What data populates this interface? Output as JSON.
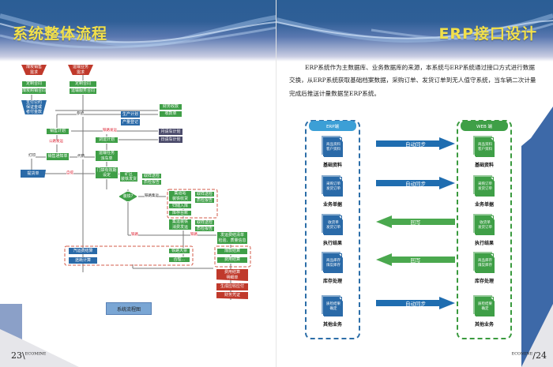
{
  "left_page": {
    "title": "系统整体流程",
    "page_number": "23",
    "brand": "ECOMINE",
    "legend_button": "系统流程图",
    "flow": {
      "top_left_trap": "煤炭销售\n需求",
      "top_mid_trap": "运输业务\n需求",
      "contract_a1": "定制合同",
      "contract_a2": "煤炭购销合同",
      "contract_b1": "定制合同",
      "contract_b2": "运输服务合同",
      "payment": "支付公约\n保证金或\n者付金款",
      "finance1": "财务收款",
      "finance2": "收款单",
      "prod_plan": "生产计划",
      "prod_reg": "产量登记",
      "sales_plan": "销售计划",
      "monthly": "月请车计划",
      "daily": "日请车计划",
      "dispatch": "调运计划",
      "notice": "销售通知单",
      "transport": "运输任务\n派车单",
      "gate": "门禁有效期\n设定",
      "mine": "矿区\n装铁发货",
      "sample1": "取样送检",
      "sample1b": "质检报告",
      "decision": "装铁?",
      "station": "集运站\n装铁收货",
      "sample2": "取样送检",
      "sample2b": "质检报告",
      "stock_in": "归储入库",
      "stock": "库存台账",
      "ship": "集运装铁\n消费发运",
      "sample3": "取样送检",
      "sample3b": "质检报告",
      "bill": "发运费结清单\n检验、质量信息",
      "truck": "汽运费结算",
      "loss": "途耗计算",
      "rail1": "铁路大票",
      "rail2": "合理…",
      "coal": "煤款结算",
      "fee": "费用结算",
      "fee_detail": "费用结算\n明细单",
      "receivable": "生成应收应付",
      "voucher": "财务凭证",
      "ticket": "提货单",
      "lbl_share": "参验",
      "lbl_rail": "铁路发运",
      "lbl_road": "公路发运",
      "lbl_print": "打印",
      "lbl_agent": "代销",
      "lbl_self": "自提",
      "lbl_direct": "铁路集运",
      "lbl_pass1": "铁路",
      "lbl_pass2": "铁路"
    }
  },
  "right_page": {
    "title": "ERP接口设计",
    "page_number": "24",
    "brand": "ECOMINE",
    "paragraph": "ERP系统作为主数据库、业务数据库的来源，本系统与ERP系统通过接口方式进行数据交换，从ERP系统获取基础档案数据，采购订单、发货订单到无人值守系统，当车辆二次计量完成后推送计量数据至ERP系统。",
    "erp_header": "ERP端",
    "web_header": "WEB 端",
    "rows": [
      {
        "doc": "商品资料\n客户资料",
        "label": "基础资料",
        "arrow": "自动同步",
        "dir": "right"
      },
      {
        "doc": "采购订单\n发货订单",
        "label": "业务单据",
        "arrow": "自动同步",
        "dir": "right"
      },
      {
        "doc": "收货单\n发货订单",
        "label": "执行结果",
        "arrow": "回写",
        "dir": "left"
      },
      {
        "doc": "商品库存\n煤炭库存",
        "label": "库存处理",
        "arrow": "回写",
        "dir": "left"
      },
      {
        "doc": "质检结果\n确定",
        "label": "其他业务",
        "arrow": "自动同步",
        "dir": "right"
      }
    ],
    "colors": {
      "erp_blue": "#2a6aa8",
      "web_green": "#3f9f47",
      "arrow_blue": "#1f6db0",
      "arrow_green": "#4aa84e"
    }
  }
}
